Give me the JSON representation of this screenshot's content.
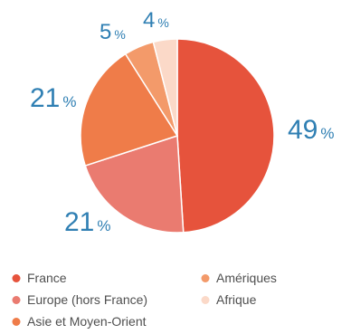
{
  "chart_data": {
    "type": "pie",
    "title": "",
    "value_unit": "%",
    "slices": [
      {
        "label": "France",
        "value": 49,
        "color": "#e6533c"
      },
      {
        "label": "Europe (hors France)",
        "value": 21,
        "color": "#ea7b70"
      },
      {
        "label": "Asie et Moyen-Orient",
        "value": 21,
        "color": "#ef7c49"
      },
      {
        "label": "Amériques",
        "value": 5,
        "color": "#f39a6a"
      },
      {
        "label": "Afrique",
        "value": 4,
        "color": "#fbd9c8"
      }
    ],
    "legend_placement": "bottom"
  }
}
